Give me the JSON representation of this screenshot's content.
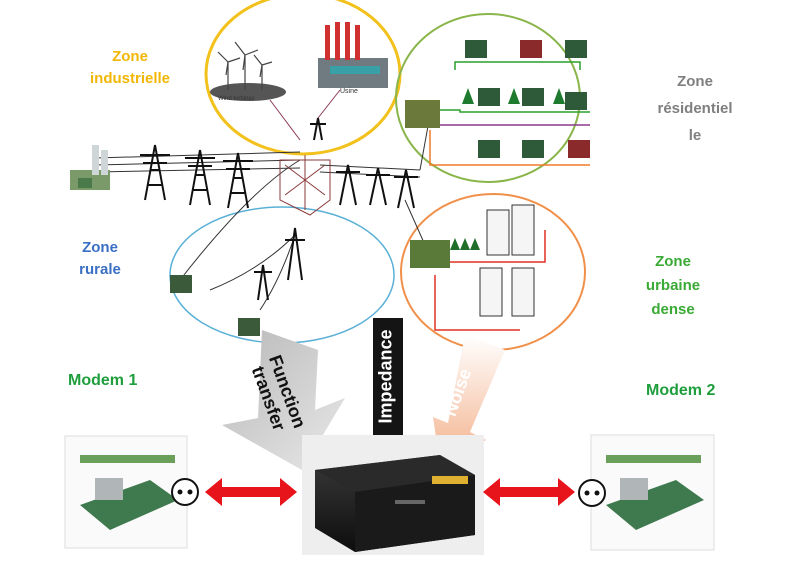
{
  "zones": {
    "industrielle": {
      "line1": "Zone",
      "line2": "industrielle",
      "color": "#f2b705"
    },
    "residentielle": {
      "line1": "Zone",
      "line2": "résidentiel",
      "line3": "le",
      "color": "#7f7f7f"
    },
    "rurale": {
      "line1": "Zone",
      "line2": "rurale",
      "color": "#3a6fc4"
    },
    "urbaine": {
      "line1": "Zone",
      "line2": "urbaine",
      "line3": "dense",
      "color": "#3aaa35"
    }
  },
  "plant_labels": {
    "wind": "Wind turbines",
    "usine": "Usine"
  },
  "arrows": {
    "function_transfer": {
      "line1": "Function",
      "line2": "transfer"
    },
    "impedance": "Impedance",
    "noise": "Noise"
  },
  "modems": {
    "left": "Modem 1",
    "right": "Modem 2",
    "color": "#1e9e3c"
  },
  "colors": {
    "link_arrow": "#e8141c",
    "ellipse_yellow": "#f2c11b",
    "ellipse_green": "#8ab54a",
    "ellipse_blue": "#5ab0d6",
    "ellipse_orange": "#f0904a"
  }
}
